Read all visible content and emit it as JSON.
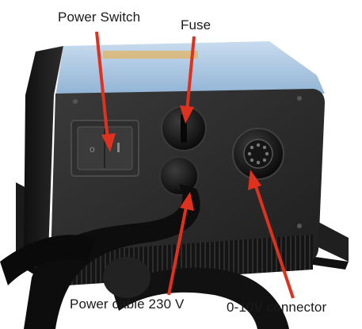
{
  "labels": {
    "power_switch": "Power Switch",
    "fuse": "Fuse",
    "power_cable": "Power cable 230 V",
    "connector": "0-10V connector"
  },
  "colors": {
    "arrow": "#e0301e",
    "housing": "#1b1b1b",
    "panel": "#2a2a2a",
    "top_cover": "#a9c7e2",
    "cable": "#0d0d0d"
  }
}
